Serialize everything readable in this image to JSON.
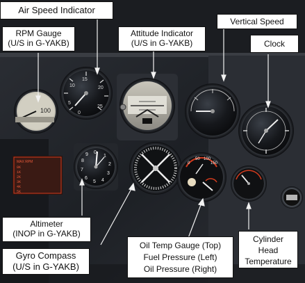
{
  "labels": {
    "air_speed": "Air Speed Indicator",
    "rpm": [
      "RPM Gauge",
      "(U/S in G-YAKB)"
    ],
    "attitude": [
      "Attitude Indicator",
      "(U/S in G-YAKB)"
    ],
    "vertical_speed": "Vertical Speed",
    "clock": "Clock",
    "altimeter": [
      "Altimeter",
      "(INOP in G-YAKB)"
    ],
    "gyro_compass": [
      "Gyro Compass",
      "(U/S in G-YAKB)"
    ],
    "oil": [
      "Oil Temp Gauge (Top)",
      "Fuel Pressure (Left)",
      "Oil Pressure (Right)"
    ],
    "cylinder": [
      "Cylinder",
      "Head",
      "Temperature"
    ]
  },
  "instrument_text": {
    "rpm_dial": "100",
    "asi_dial": [
      "0",
      "5",
      "10",
      "15",
      "20",
      "25"
    ],
    "altimeter_dial": [
      "0",
      "1",
      "2",
      "3",
      "4",
      "5",
      "6",
      "7",
      "8",
      "9"
    ],
    "oil_dial": [
      "0",
      "50",
      "100",
      "150"
    ],
    "chart_title": "MAX RPM",
    "chart_rows": [
      "0K",
      "1K",
      "2K",
      "3K",
      "4K",
      "5K"
    ]
  },
  "colors": {
    "panel": "#22252b",
    "accent_red": "#d23b1e",
    "label_border": "#111111"
  }
}
